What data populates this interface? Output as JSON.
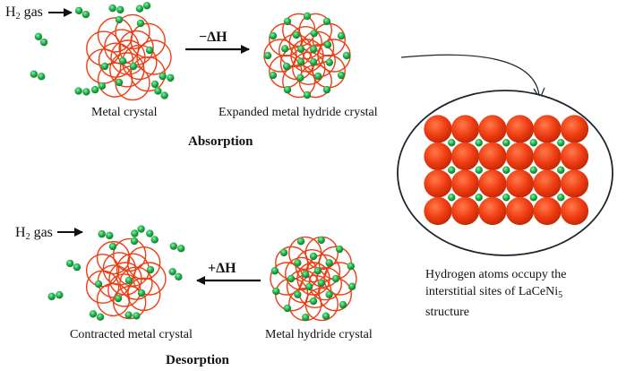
{
  "absorption": {
    "gas_formula": "H",
    "gas_subscript": "2",
    "gas_word": " gas",
    "metal_label": "Metal crystal",
    "expanded_label": "Expanded metal hydride crystal",
    "enthalpy": "−ΔH",
    "title": "Absorption"
  },
  "desorption": {
    "gas_formula": "H",
    "gas_subscript": "2",
    "gas_word": " gas",
    "contracted_label": "Contracted metal crystal",
    "hydride_label": "Metal hydride crystal",
    "enthalpy": "+ΔH",
    "title": "Desorption"
  },
  "lattice": {
    "caption_main": "Hydrogen atoms occupy the interstitial sites of LaCeNi",
    "caption_subscript": "5",
    "caption_tail": " structure",
    "rows": 4,
    "cols": 6
  },
  "colors": {
    "metal_atom": "#f03c12",
    "hydrogen_atom": "#1fae4a",
    "outline": "#1c2630",
    "arrow": "#111111"
  }
}
